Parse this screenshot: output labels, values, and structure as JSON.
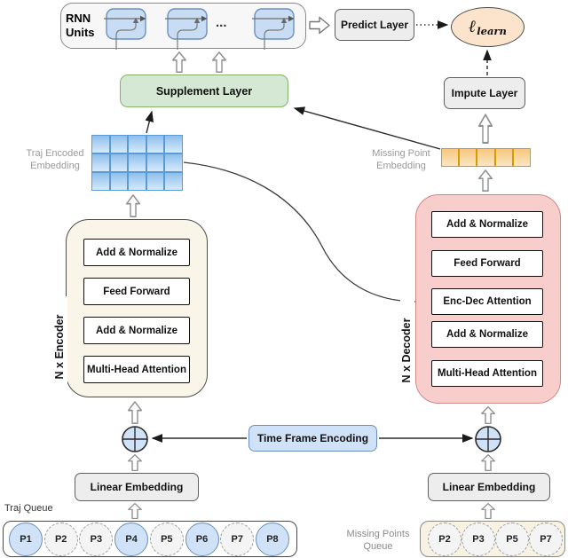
{
  "diagram": {
    "rnn": {
      "label": "RNN Units",
      "ellipsis": "..."
    },
    "predict_layer": "Predict Layer",
    "loss": {
      "symbol": "ℓ",
      "subscript": "learn"
    },
    "impute_layer": "Impute Layer",
    "supplement_layer": "Supplement Layer",
    "traj_embedding_label": "Traj Encoded Embedding",
    "missing_embedding_label": "Missing Point Embedding",
    "encoder": {
      "side_label": "N x Encoder",
      "layers": [
        "Add & Normalize",
        "Feed Forward",
        "Add & Normalize",
        "Multi-Head Attention"
      ]
    },
    "decoder": {
      "side_label": "N x Decoder",
      "layers": [
        "Add & Normalize",
        "Feed Forward",
        "Enc-Dec Attention",
        "Add & Normalize",
        "Multi-Head Attention"
      ]
    },
    "time_frame_encoding": "Time Frame Encoding",
    "linear_embedding": {
      "left": "Linear Embedding",
      "right": "Linear Embedding"
    },
    "traj_queue": {
      "label": "Traj Queue",
      "items": [
        {
          "id": "P1",
          "filled": true
        },
        {
          "id": "P2",
          "filled": false
        },
        {
          "id": "P3",
          "filled": false
        },
        {
          "id": "P4",
          "filled": true
        },
        {
          "id": "P5",
          "filled": false
        },
        {
          "id": "P6",
          "filled": true
        },
        {
          "id": "P7",
          "filled": false
        },
        {
          "id": "P8",
          "filled": true
        }
      ]
    },
    "missing_queue": {
      "label": "Missing Points Queue",
      "items": [
        {
          "id": "P2"
        },
        {
          "id": "P3"
        },
        {
          "id": "P5"
        },
        {
          "id": "P7"
        }
      ]
    },
    "colors": {
      "supplement_green": "#d5e8d4",
      "green_border": "#82b366",
      "decoder_pink": "#f8cecc",
      "encoder_cream": "#f9f5e8",
      "blue_fill": "#cfe2f7",
      "blue_border": "#6c8ebf",
      "embedding_blue": "#8fbfea",
      "embedding_orange": "#f6c77e",
      "orange_border": "#d79b00",
      "gray_box": "#ededed",
      "loss_peach": "#fce3cb"
    }
  }
}
